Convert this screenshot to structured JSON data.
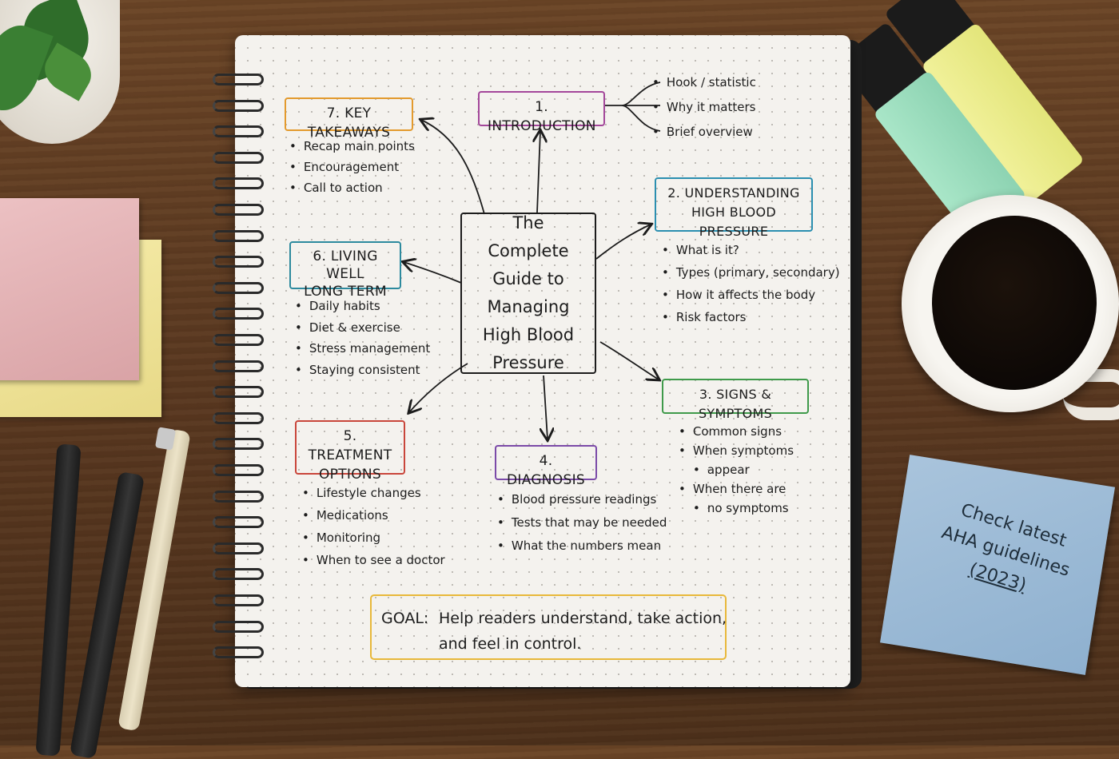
{
  "center_title": [
    "The Complete",
    "Guide to",
    "Managing",
    "High Blood",
    "Pressure"
  ],
  "sections": {
    "intro": {
      "title": "1. INTRODUCTION",
      "bullets": [
        "Hook / statistic",
        "Why it matters",
        "Brief overview"
      ]
    },
    "understanding": {
      "title_line1": "2. UNDERSTANDING",
      "title_line2": "HIGH BLOOD PRESSURE",
      "bullets": [
        "What is it?",
        "Types (primary, secondary)",
        "How it affects the body",
        "Risk factors"
      ]
    },
    "signs": {
      "title": "3. SIGNS & SYMPTOMS",
      "bullets": [
        "Common signs",
        "When symptoms",
        "appear",
        "When there are",
        "no symptoms"
      ]
    },
    "diagnosis": {
      "title": "4. DIAGNOSIS",
      "bullets": [
        "Blood pressure readings",
        "Tests that may be needed",
        "What the numbers mean"
      ]
    },
    "treatment": {
      "title_line1": "5. TREATMENT",
      "title_line2": "OPTIONS",
      "bullets": [
        "Lifestyle changes",
        "Medications",
        "Monitoring",
        "When to see a doctor"
      ]
    },
    "living": {
      "title_line1": "6. LIVING WELL",
      "title_line2": "LONG TERM",
      "bullets": [
        "Daily habits",
        "Diet & exercise",
        "Stress management",
        "Staying consistent"
      ]
    },
    "takeaways": {
      "title": "7. KEY TAKEAWAYS",
      "bullets": [
        "Recap main points",
        "Encouragement",
        "Call to action"
      ]
    }
  },
  "goal": {
    "label": "GOAL:",
    "line1": "Help readers understand, take action,",
    "line2": "and feel in control."
  },
  "sticky_note": [
    "Check latest",
    "AHA guidelines",
    "(2023)"
  ],
  "colors": {
    "intro": "#a3479a",
    "understanding": "#2b8fb0",
    "signs": "#3f9a4a",
    "diagnosis": "#7b4aa8",
    "treatment": "#c9463b",
    "living": "#2d8a9e",
    "takeaways": "#e39a2d",
    "goal": "#e8b83a"
  }
}
